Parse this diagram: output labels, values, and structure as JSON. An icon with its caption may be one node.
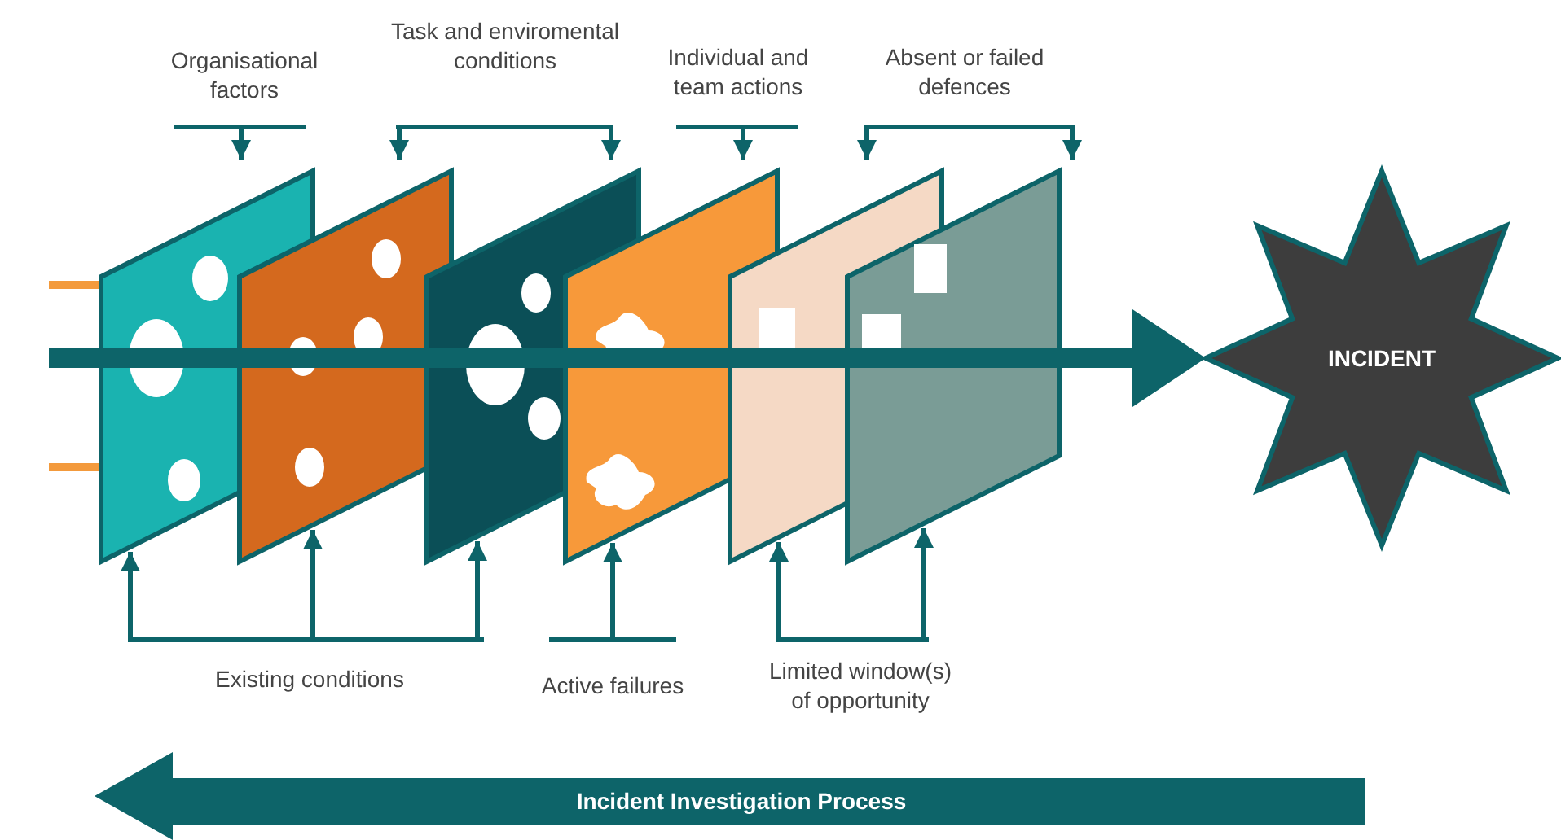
{
  "diagram": {
    "nodes": [
      {
        "text": [
          "Organisational factors"
        ]
      },
      {
        "text": [
          "Task and enviromental conditions"
        ]
      },
      {
        "text": [
          "Individual and team actions"
        ]
      },
      {
        "text": [
          "Absent or failed defences"
        ]
      },
      {
        "text": [],
        "shape": "parallelogram"
      },
      {
        "text": [],
        "shape": "parallelogram"
      },
      {
        "text": [],
        "shape": "parallelogram"
      },
      {
        "text": [],
        "shape": "parallelogram"
      },
      {
        "text": [],
        "shape": "parallelogram"
      },
      {
        "text": [],
        "shape": "parallelogram"
      },
      {
        "text": [
          "INCIDENT"
        ]
      },
      {
        "text": [
          "Existing conditions"
        ]
      },
      {
        "text": [
          "Active failures"
        ]
      },
      {
        "text": [
          "Limited window(s) of opportunity"
        ]
      },
      {
        "text": [
          "Incident Investigation Process"
        ]
      }
    ],
    "edges": [
      {
        "from": 0,
        "to": 4,
        "arrow": "to"
      },
      {
        "from": 1,
        "to": 5,
        "arrow": "to"
      },
      {
        "from": 1,
        "to": 6,
        "arrow": "to"
      },
      {
        "from": 2,
        "to": 7,
        "arrow": "to"
      },
      {
        "from": 3,
        "to": 8,
        "arrow": "to"
      },
      {
        "from": 3,
        "to": 9,
        "arrow": "to"
      },
      {
        "from": 11,
        "to": 4,
        "arrow": "to"
      },
      {
        "from": 11,
        "to": 5,
        "arrow": "to"
      },
      {
        "from": 11,
        "to": 6,
        "arrow": "to"
      },
      {
        "from": 12,
        "to": 7,
        "arrow": "to"
      },
      {
        "from": 13,
        "to": 8,
        "arrow": "to"
      },
      {
        "from": 13,
        "to": 9,
        "arrow": "to"
      },
      {
        "from": null,
        "to": 10,
        "arrow": "to",
        "style": "thick"
      }
    ]
  }
}
